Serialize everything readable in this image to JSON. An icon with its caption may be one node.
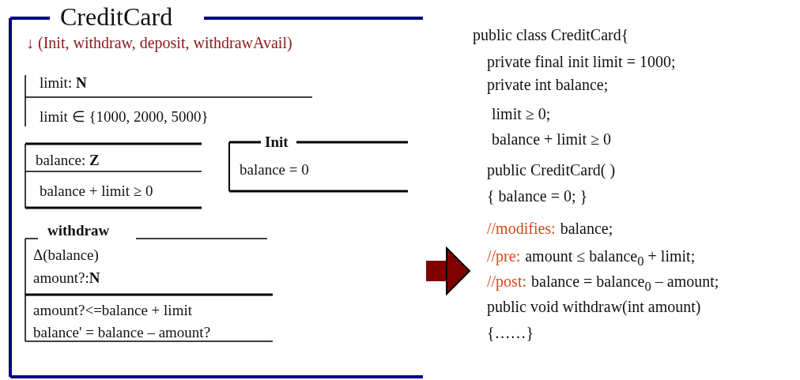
{
  "diagram": {
    "nodes": [
      {
        "text": [
          "CreditCard",
          "↓ (Init, withdraw, deposit, withdrawAvail)"
        ]
      },
      {
        "text": [
          "limit: **N**",
          "limit ∈ {1000, 2000, 5000}"
        ],
        "in": 0
      },
      {
        "text": [
          "balance: **Z**",
          "balance + limit ≥ 0"
        ],
        "in": 0
      },
      {
        "text": [
          "Init",
          "balance = 0"
        ],
        "in": 0
      },
      {
        "text": [
          "withdraw",
          "Δ(balance)",
          "amount?:**N**",
          "amount?<=balance + limit",
          "balance' = balance – amount?"
        ],
        "in": 0
      },
      {
        "text": [
          "public class CreditCard{",
          "private final init limit = 1000;",
          "private int balance;",
          "limit ≥ 0;",
          "balance + limit ≥ 0",
          "public CreditCard( )",
          "{ balance = 0; }",
          "//modifies:",
          "balance;",
          "//pre:",
          "amount ≤ balance$_{0}$ + limit;",
          "//post:",
          "balance = balance$_{0}$ – amount;",
          "public void withdraw(int amount)",
          "{……}"
        ]
      }
    ],
    "edges": [
      {
        "from": 0,
        "to": 5,
        "arrow": "to"
      }
    ]
  }
}
